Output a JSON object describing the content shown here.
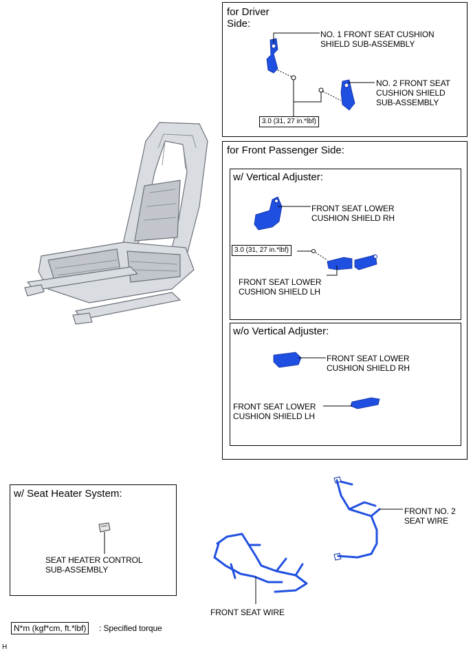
{
  "driver_section": {
    "title": "for Driver\nSide:",
    "part1": "NO. 1 FRONT SEAT CUSHION\nSHIELD SUB-ASSEMBLY",
    "part2": "NO. 2 FRONT SEAT\nCUSHION SHIELD\nSUB-ASSEMBLY",
    "torque": "3.0 (31, 27 in.*lbf)"
  },
  "passenger_section": {
    "title": "for Front Passenger Side:",
    "w_vertical": {
      "title": "w/ Vertical Adjuster:",
      "part_rh": "FRONT SEAT LOWER\nCUSHION SHIELD RH",
      "part_lh": "FRONT SEAT LOWER\nCUSHION SHIELD LH",
      "torque": "3.0 (31, 27 in.*lbf)"
    },
    "wo_vertical": {
      "title": "w/o Vertical Adjuster:",
      "part_rh": "FRONT SEAT LOWER\nCUSHION SHIELD RH",
      "part_lh": "FRONT SEAT LOWER\nCUSHION SHIELD LH"
    }
  },
  "heater_section": {
    "title": "w/ Seat Heater System:",
    "part": "SEAT HEATER CONTROL\nSUB-ASSEMBLY"
  },
  "wires": {
    "front_no2": "FRONT NO. 2\nSEAT WIRE",
    "front_seat_wire": "FRONT SEAT WIRE"
  },
  "legend": {
    "unit_box": "N*m (kgf*cm, ft.*lbf)",
    "text": ": Specified torque"
  },
  "footer_code": "H",
  "colors": {
    "part_blue": "#1f4fe0",
    "frame_gray": "#c8ccd2",
    "outline": "#000000"
  }
}
